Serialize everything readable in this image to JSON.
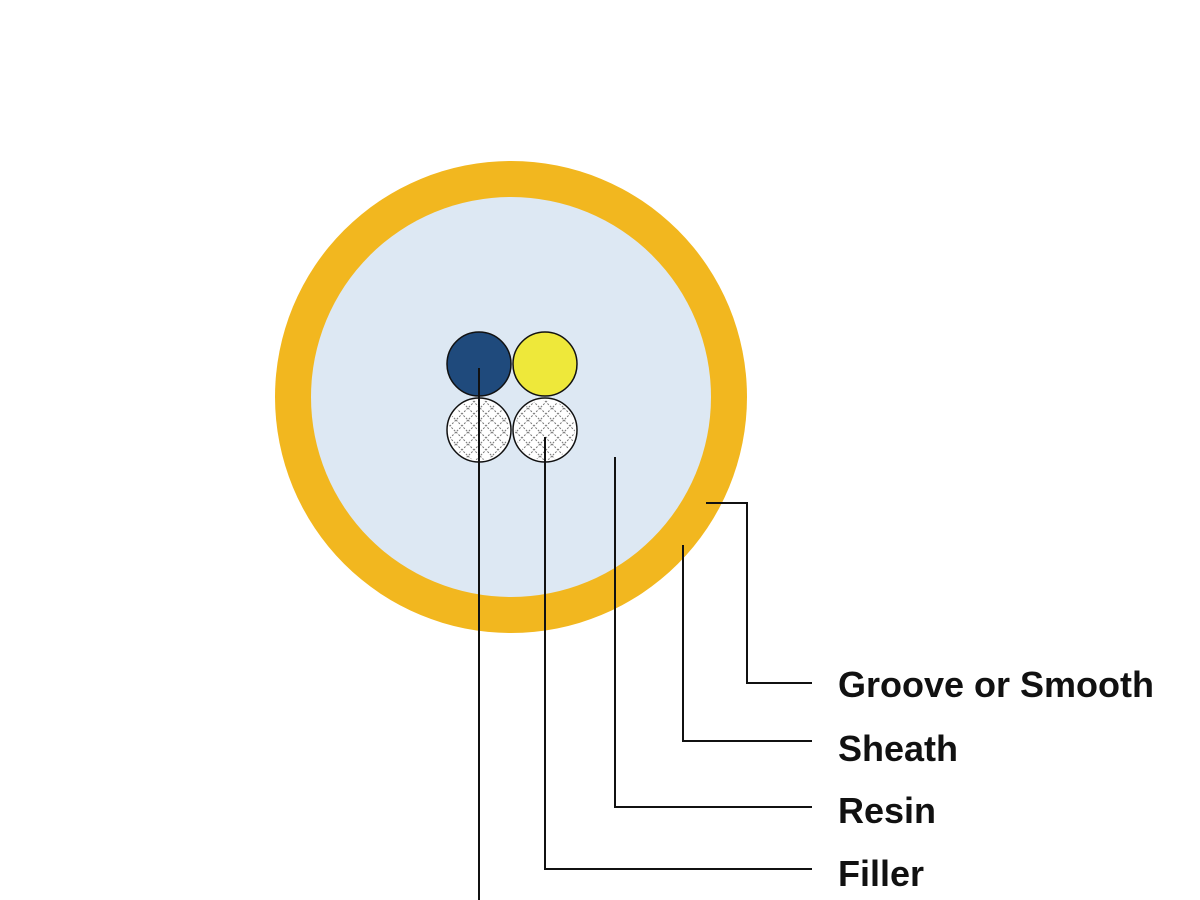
{
  "colors": {
    "sheath": "#F2B71F",
    "resin": "#DDE8F3",
    "fiber_blue": "#1F4A7C",
    "fiber_yellow": "#EEE83A",
    "filler": "#FFFFFF",
    "outline": "#111111"
  },
  "labels": {
    "groove": "Groove or Smooth",
    "sheath": "Sheath",
    "resin": "Resin",
    "filler": "Filler"
  }
}
